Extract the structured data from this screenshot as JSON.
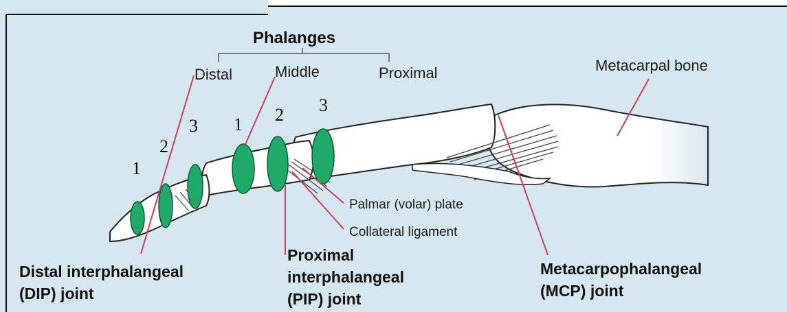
{
  "group_label": "Phalanges",
  "phalanx_labels": {
    "distal": "Distal",
    "middle": "Middle",
    "proximal": "Proximal"
  },
  "bone_label": "Metacarpal bone",
  "structure_labels": {
    "palmar_plate": "Palmar (volar) plate",
    "collateral_ligament": "Collateral ligament"
  },
  "joint_labels": {
    "dip_line1": "Distal interphalangeal",
    "dip_line2": "(DIP) joint",
    "pip_line1": "Proximal",
    "pip_line2": "interphalangeal",
    "pip_line3": "(PIP) joint",
    "mcp_line1": "Metacarpophalangeal",
    "mcp_line2": "(MCP) joint"
  },
  "joint_markers": {
    "dip": [
      "1",
      "2",
      "3"
    ],
    "pip": [
      "1",
      "2",
      "3"
    ]
  },
  "colors": {
    "background": "#d7e7ef",
    "joint_fill": "#1faa6a",
    "leader_line": "#d23a5a",
    "bone_fill": "#ffffff"
  }
}
